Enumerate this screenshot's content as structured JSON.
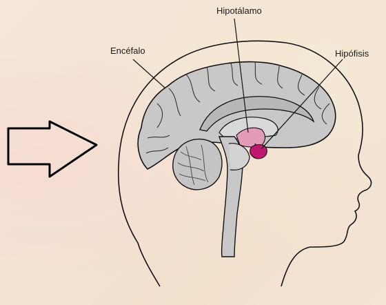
{
  "labels": {
    "encefalo": "Encéfalo",
    "hipotalamo": "Hipotálamo",
    "hipofisis": "Hipófisis"
  },
  "colors": {
    "brain": "#c8c8c8",
    "outline": "#111111",
    "hypothalamus": "#e39bb7",
    "pituitary": "#c0186e",
    "background": "#f5e4d6"
  },
  "icons": {
    "pointer": "right-arrow-outline-icon"
  }
}
